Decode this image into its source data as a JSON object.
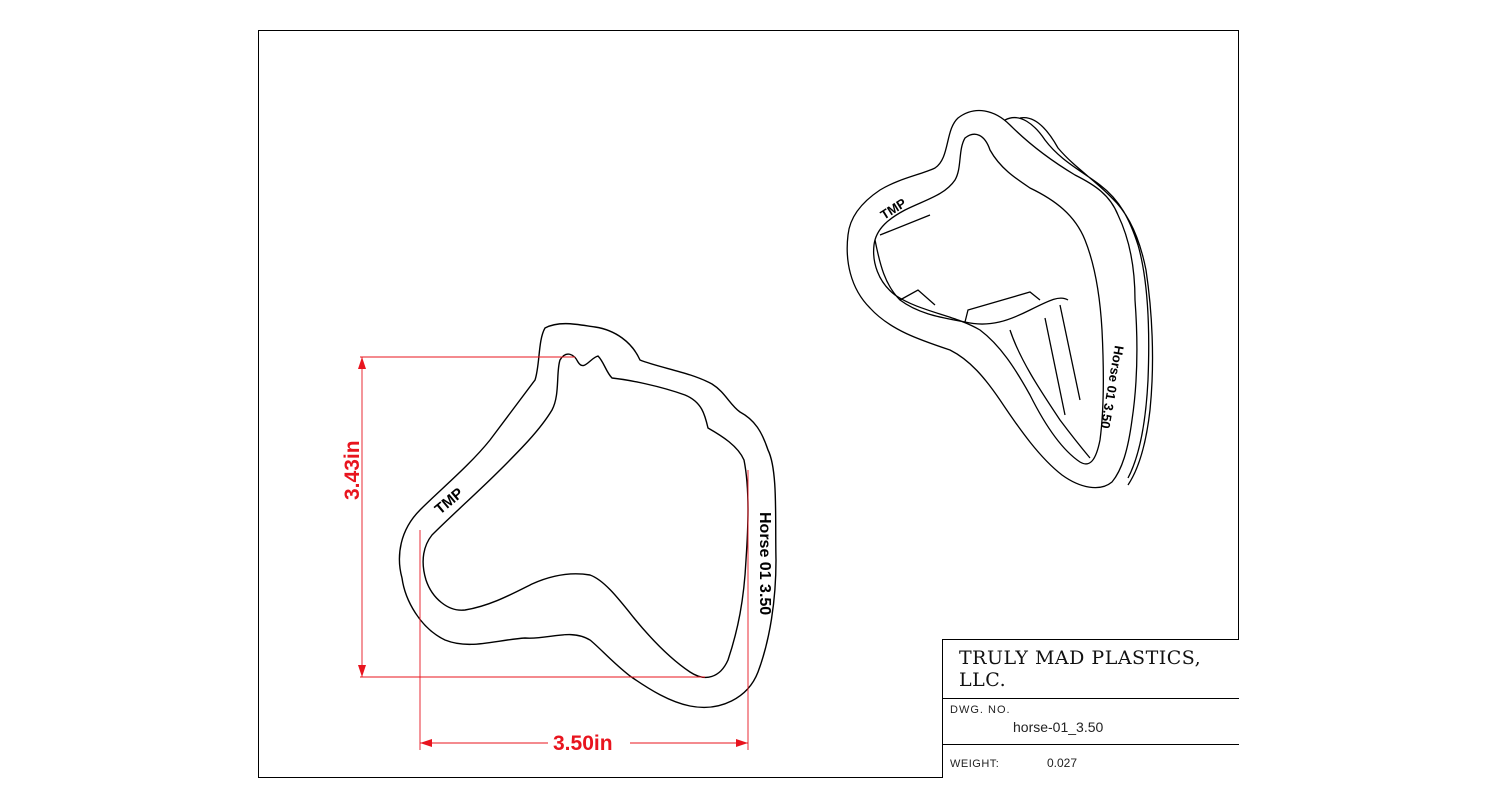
{
  "drawing": {
    "front_view": {
      "emboss_left": "TMP",
      "emboss_right": "Horse 01 3.50"
    },
    "iso_view": {
      "emboss_left": "TMP",
      "emboss_right": "Horse 01 3.50"
    },
    "dimensions": {
      "width": "3.50in",
      "height": "3.43in"
    },
    "colors": {
      "line": "#000000",
      "dimension": "#e8141e"
    }
  },
  "title_block": {
    "company": "TRULY MAD PLASTICS, LLC.",
    "dwg_no_label": "DWG. NO.",
    "dwg_no": "horse-01_3.50",
    "weight_label": "WEIGHT:",
    "weight": "0.027"
  }
}
